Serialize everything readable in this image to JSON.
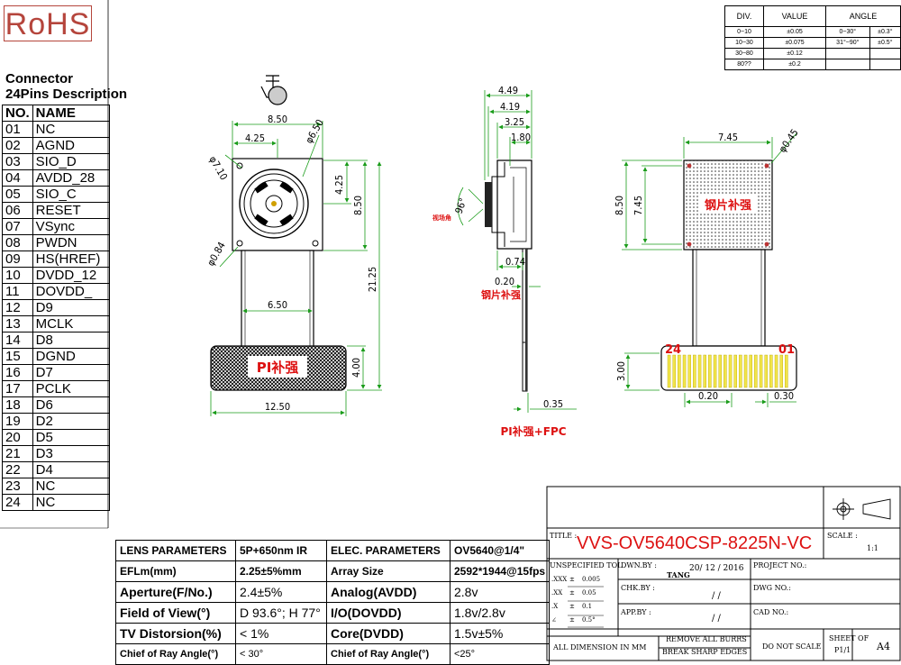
{
  "logo": "RoHS",
  "connector": {
    "title_line1": "Connector",
    "title_line2": "24Pins Description",
    "col_no": "NO.",
    "col_name": "NAME",
    "pins": [
      {
        "no": "01",
        "name": "NC"
      },
      {
        "no": "02",
        "name": "AGND"
      },
      {
        "no": "03",
        "name": "SIO_D"
      },
      {
        "no": "04",
        "name": "AVDD_28"
      },
      {
        "no": "05",
        "name": "SIO_C"
      },
      {
        "no": "06",
        "name": "RESET"
      },
      {
        "no": "07",
        "name": "VSync"
      },
      {
        "no": "08",
        "name": "PWDN"
      },
      {
        "no": "09",
        "name": "HS(HREF)"
      },
      {
        "no": "10",
        "name": "DVDD_12"
      },
      {
        "no": "11",
        "name": "DOVDD_"
      },
      {
        "no": "12",
        "name": "D9"
      },
      {
        "no": "13",
        "name": "MCLK"
      },
      {
        "no": "14",
        "name": "D8"
      },
      {
        "no": "15",
        "name": "DGND"
      },
      {
        "no": "16",
        "name": "D7"
      },
      {
        "no": "17",
        "name": "PCLK"
      },
      {
        "no": "18",
        "name": "D6"
      },
      {
        "no": "19",
        "name": "D2"
      },
      {
        "no": "20",
        "name": "D5"
      },
      {
        "no": "21",
        "name": "D3"
      },
      {
        "no": "22",
        "name": "D4"
      },
      {
        "no": "23",
        "name": "NC"
      },
      {
        "no": "24",
        "name": "NC"
      }
    ]
  },
  "tolerance_table": {
    "headers": [
      "DIV.",
      "VALUE",
      "ANGLE"
    ],
    "rows": [
      [
        "0~10",
        "±0.05",
        "0~30°",
        "±0.3°"
      ],
      [
        "10~30",
        "±0.075",
        "31°~90°",
        "±0.5°"
      ],
      [
        "30~80",
        "±0.12",
        "",
        ""
      ],
      [
        "80??",
        "±0.2",
        "",
        ""
      ]
    ]
  },
  "front_view": {
    "w": "8.50",
    "half": "4.25",
    "lens_d": "φ6.50",
    "hole_d": "φ7.10",
    "small_d": "φ0.84",
    "h_right": "4.25",
    "h_total": "8.50",
    "fpc_w": "6.50",
    "total_len": "21.25",
    "pad_h": "4.00",
    "pad_w": "12.50",
    "pad_label": "PI补强"
  },
  "side_view": {
    "d1": "4.49",
    "d2": "4.19",
    "d3": "3.25",
    "d4": "1.80",
    "angle": "96°",
    "angle_note": "视场角",
    "d5": "0.74",
    "d6": "0.20",
    "steel_label": "钢片补强",
    "d7": "0.35",
    "fpc_label": "PI补强+FPC"
  },
  "back_view": {
    "w": "7.45",
    "hole": "φ0.45",
    "h1": "8.50",
    "h2": "7.45",
    "steel_label": "钢片补强",
    "pin_left": "24",
    "pin_right": "01",
    "contact_h": "3.00",
    "pitch": "0.20",
    "gap": "0.30"
  },
  "lens_table": {
    "header": [
      "LENS PARAMETERS",
      "5P+650nm IR",
      "ELEC. PARAMETERS",
      "OV5640@1/4\""
    ],
    "rows": [
      [
        "EFLm(mm)",
        "2.25±5%mm",
        "Array Size",
        "2592*1944@15fps"
      ],
      [
        "Aperture(F/No.)",
        "2.4±5%",
        "Analog(AVDD)",
        "2.8v"
      ],
      [
        "Field of View(°)",
        "D 93.6°; H 77°",
        "I/O(DOVDD)",
        "1.8v/2.8v"
      ],
      [
        "TV Distorsion(%)",
        "< 1%",
        "Core(DVDD)",
        "1.5v±5%"
      ],
      [
        "Chief of Ray Angle(°)",
        "< 30°",
        "Chief of Ray Angle(°)",
        "<25°"
      ]
    ]
  },
  "title_block": {
    "title_label": "TITLE :",
    "title": "VVS-OV5640CSP-8225N-VC",
    "scale_label": "SCALE :",
    "scale": "1:1",
    "unspec_tol": "UNSPECIFIED TOL",
    "tol_rows": [
      [
        ".XXX",
        "±",
        "0.005"
      ],
      [
        ".XX",
        "±",
        "0.05"
      ],
      [
        ".X",
        "±",
        "0.1"
      ],
      [
        "∠",
        "±",
        "0.5°"
      ]
    ],
    "dwn_by": "DWN.BY :",
    "dwn_name": "TANG",
    "dwn_date": "20/ 12 / 2016",
    "chk_by": "CHK.BY :",
    "chk_date": "/ /",
    "app_by": "APP.BY :",
    "app_date": "/ /",
    "project_no": "PROJECT NO.:",
    "dwg_no": "DWG NO.:",
    "cad_no": "CAD NO.:",
    "all_dim": "ALL DIMENSION IN MM",
    "remove_burrs": "REMOVE ALL BURRS",
    "break_edges": "BREAK SHARP EDGES",
    "do_not_scale": "DO NOT SCALE",
    "sheet_of": "SHEET OF",
    "sheet": "P1/1",
    "size": "A4"
  }
}
